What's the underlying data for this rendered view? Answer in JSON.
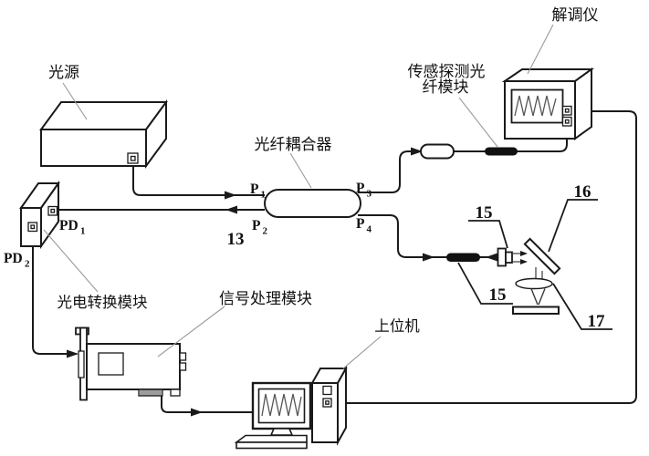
{
  "diagram_type": "optical-fiber-sensing-system-schematic",
  "colors": {
    "line": "#1a1a1a",
    "pointer_line": "#9a9a9a",
    "waveform": "#555555",
    "background": "#ffffff",
    "fiber_component_fill": "#111111"
  },
  "labels": {
    "light_source": "光源",
    "fiber_coupler": "光纤耦合器",
    "demodulator": "解调仪",
    "sensing_module_line1": "传感探测光",
    "sensing_module_line2": "纤模块",
    "photoelectric_module": "光电转换模块",
    "signal_module": "信号处理模块",
    "host_computer": "上位机"
  },
  "ports": {
    "p1": {
      "base": "P",
      "sub": "1"
    },
    "p2": {
      "base": "P",
      "sub": "2"
    },
    "p3": {
      "base": "P",
      "sub": "3"
    },
    "p4": {
      "base": "P",
      "sub": "4"
    },
    "pd1": {
      "base": "PD",
      "sub": "1"
    },
    "pd2": {
      "base": "PD",
      "sub": "2"
    }
  },
  "callouts": {
    "n13": "13",
    "n15_upper": "15",
    "n15_lower": "15",
    "n16": "16",
    "n17": "17"
  }
}
